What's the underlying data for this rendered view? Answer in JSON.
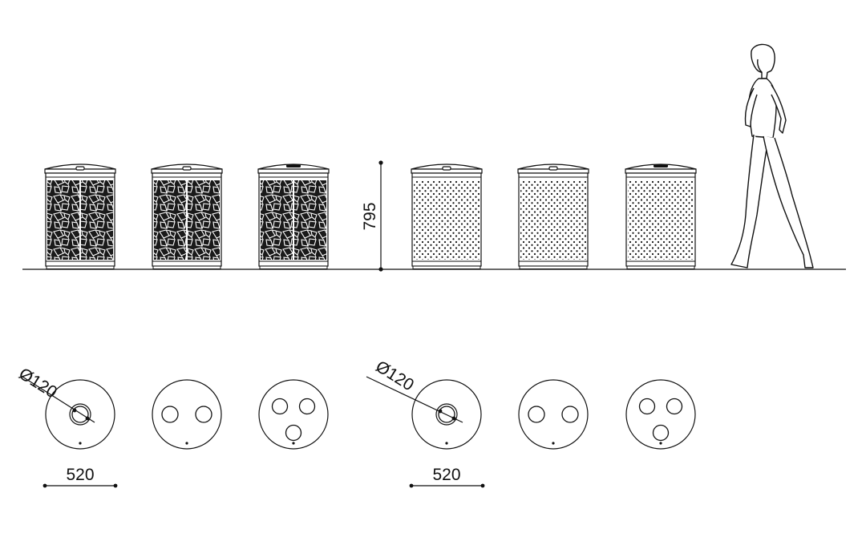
{
  "drawing": {
    "height_dimension": "795",
    "diameter_left": "Ø120",
    "diameter_right": "Ø120",
    "width_left": "520",
    "width_right": "520"
  },
  "elevation": {
    "bins": [
      {
        "panel": "mesh",
        "lid_fitting": "single-slot"
      },
      {
        "panel": "mesh",
        "lid_fitting": "single-slot"
      },
      {
        "panel": "mesh",
        "lid_fitting": "triple"
      },
      {
        "panel": "perforated",
        "lid_fitting": "single-slot"
      },
      {
        "panel": "perforated",
        "lid_fitting": "single-slot"
      },
      {
        "panel": "perforated",
        "lid_fitting": "triple"
      }
    ],
    "figure": "walking-woman"
  },
  "plan": {
    "bins": [
      {
        "openings": 1
      },
      {
        "openings": 2
      },
      {
        "openings": 3
      },
      {
        "openings": 1
      },
      {
        "openings": 2
      },
      {
        "openings": 3
      }
    ]
  },
  "colors": {
    "line": "#111111",
    "background": "#ffffff"
  }
}
